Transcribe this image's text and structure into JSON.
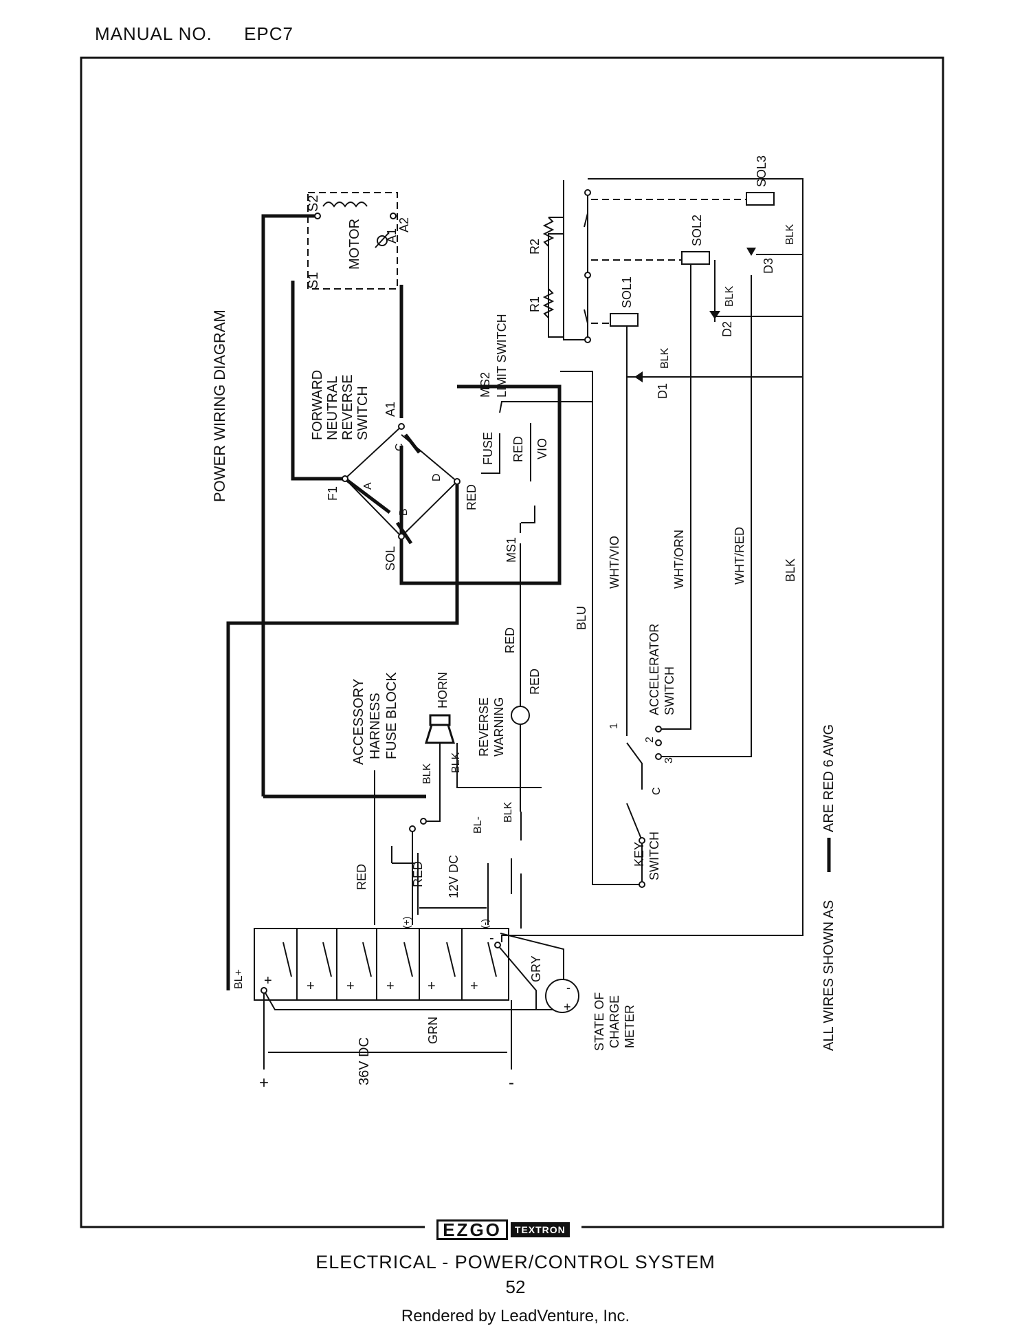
{
  "header": {
    "manual_label": "MANUAL NO.",
    "manual_number": "EPC7"
  },
  "diagram": {
    "title": "POWER WIRING DIAGRAM",
    "motor": {
      "label": "MOTOR",
      "terminals": [
        "S1",
        "S2",
        "A1",
        "A2"
      ]
    },
    "fnr_switch": {
      "label_lines": [
        "FORWARD",
        "NEUTRAL",
        "REVERSE",
        "SWITCH"
      ],
      "terminals": [
        "F1",
        "A1",
        "SOL"
      ],
      "contacts": [
        "A",
        "B",
        "C",
        "D"
      ]
    },
    "resistors": [
      "R1",
      "R2"
    ],
    "solenoids": [
      "SOL1",
      "SOL2",
      "SOL3"
    ],
    "diodes": [
      "D1",
      "D2",
      "D3"
    ],
    "limit_switch": {
      "label_lines": [
        "MS2",
        "LIMIT SWITCH"
      ],
      "ms1": "MS1"
    },
    "fuse": "FUSE",
    "accessory": [
      "ACCESSORY",
      "HARNESS",
      "FUSE BLOCK"
    ],
    "horn": "HORN",
    "reverse_warning": [
      "REVERSE",
      "WARNING"
    ],
    "accelerator": {
      "label_lines": [
        "ACCELERATOR",
        "SWITCH"
      ],
      "positions": [
        "1",
        "2",
        "3",
        "C"
      ]
    },
    "key_switch": [
      "KEY",
      "SWITCH"
    ],
    "state_of_charge": [
      "STATE OF",
      "CHARGE",
      "METER"
    ],
    "wires": {
      "red": "RED",
      "vio": "VIO",
      "blu": "BLU",
      "wht_vio": "WHT/VIO",
      "wht_orn": "WHT/ORN",
      "wht_red": "WHT/RED",
      "blk": "BLK",
      "gry": "GRY",
      "grn": "GRN",
      "bl_minus": "BL-",
      "bl_plus": "BL+"
    },
    "voltages": {
      "dc12": "12V  DC",
      "dc36": "36V DC",
      "plus_paren": "(+)",
      "minus_paren": "(-)",
      "plus": "+",
      "minus": "-"
    },
    "note": "ALL WIRES SHOWN AS",
    "note_suffix": "ARE RED 6 AWG"
  },
  "footer": {
    "brand": "EZGO",
    "brand_sub": "TEXTRON",
    "section": "ELECTRICAL - POWER/CONTROL SYSTEM",
    "page": "52",
    "credit": "Rendered by LeadVenture, Inc."
  }
}
